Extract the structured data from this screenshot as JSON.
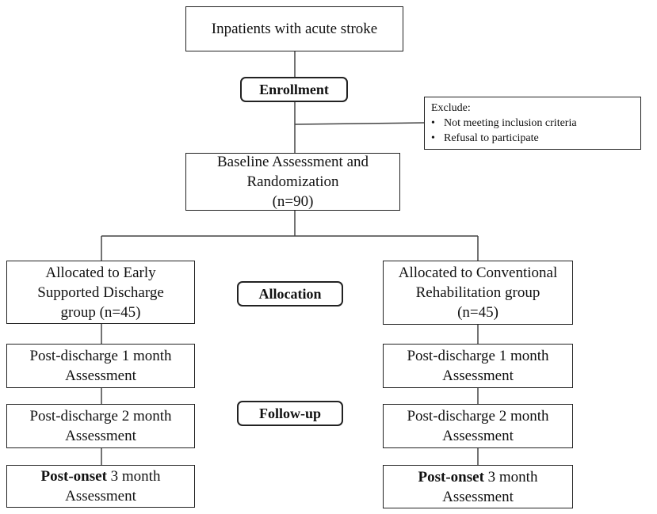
{
  "top": {
    "text": "Inpatients with acute stroke"
  },
  "stages": {
    "enrollment": "Enrollment",
    "allocation": "Allocation",
    "followup": "Follow-up"
  },
  "exclude": {
    "title": "Exclude:",
    "items": [
      "Not meeting inclusion criteria",
      "Refusal to participate"
    ]
  },
  "baseline": {
    "line1": "Baseline Assessment and",
    "line2": "Randomization",
    "line3": "(n=90)"
  },
  "left": {
    "alloc": {
      "line1": "Allocated to Early",
      "line2": "Supported Discharge",
      "line3": "group (n=45)"
    },
    "m1": {
      "line1": "Post-discharge 1 month",
      "line2": "Assessment"
    },
    "m2": {
      "line1": "Post-discharge 2 month",
      "line2": "Assessment"
    },
    "m3": {
      "bold": "Post-onset",
      "rest": " 3 month",
      "line2": "Assessment"
    }
  },
  "right": {
    "alloc": {
      "line1": "Allocated to Conventional",
      "line2": "Rehabilitation group",
      "line3": "(n=45)"
    },
    "m1": {
      "line1": "Post-discharge 1 month",
      "line2": "Assessment"
    },
    "m2": {
      "line1": "Post-discharge 2 month",
      "line2": "Assessment"
    },
    "m3": {
      "bold": "Post-onset",
      "rest": " 3 month",
      "line2": "Assessment"
    }
  }
}
